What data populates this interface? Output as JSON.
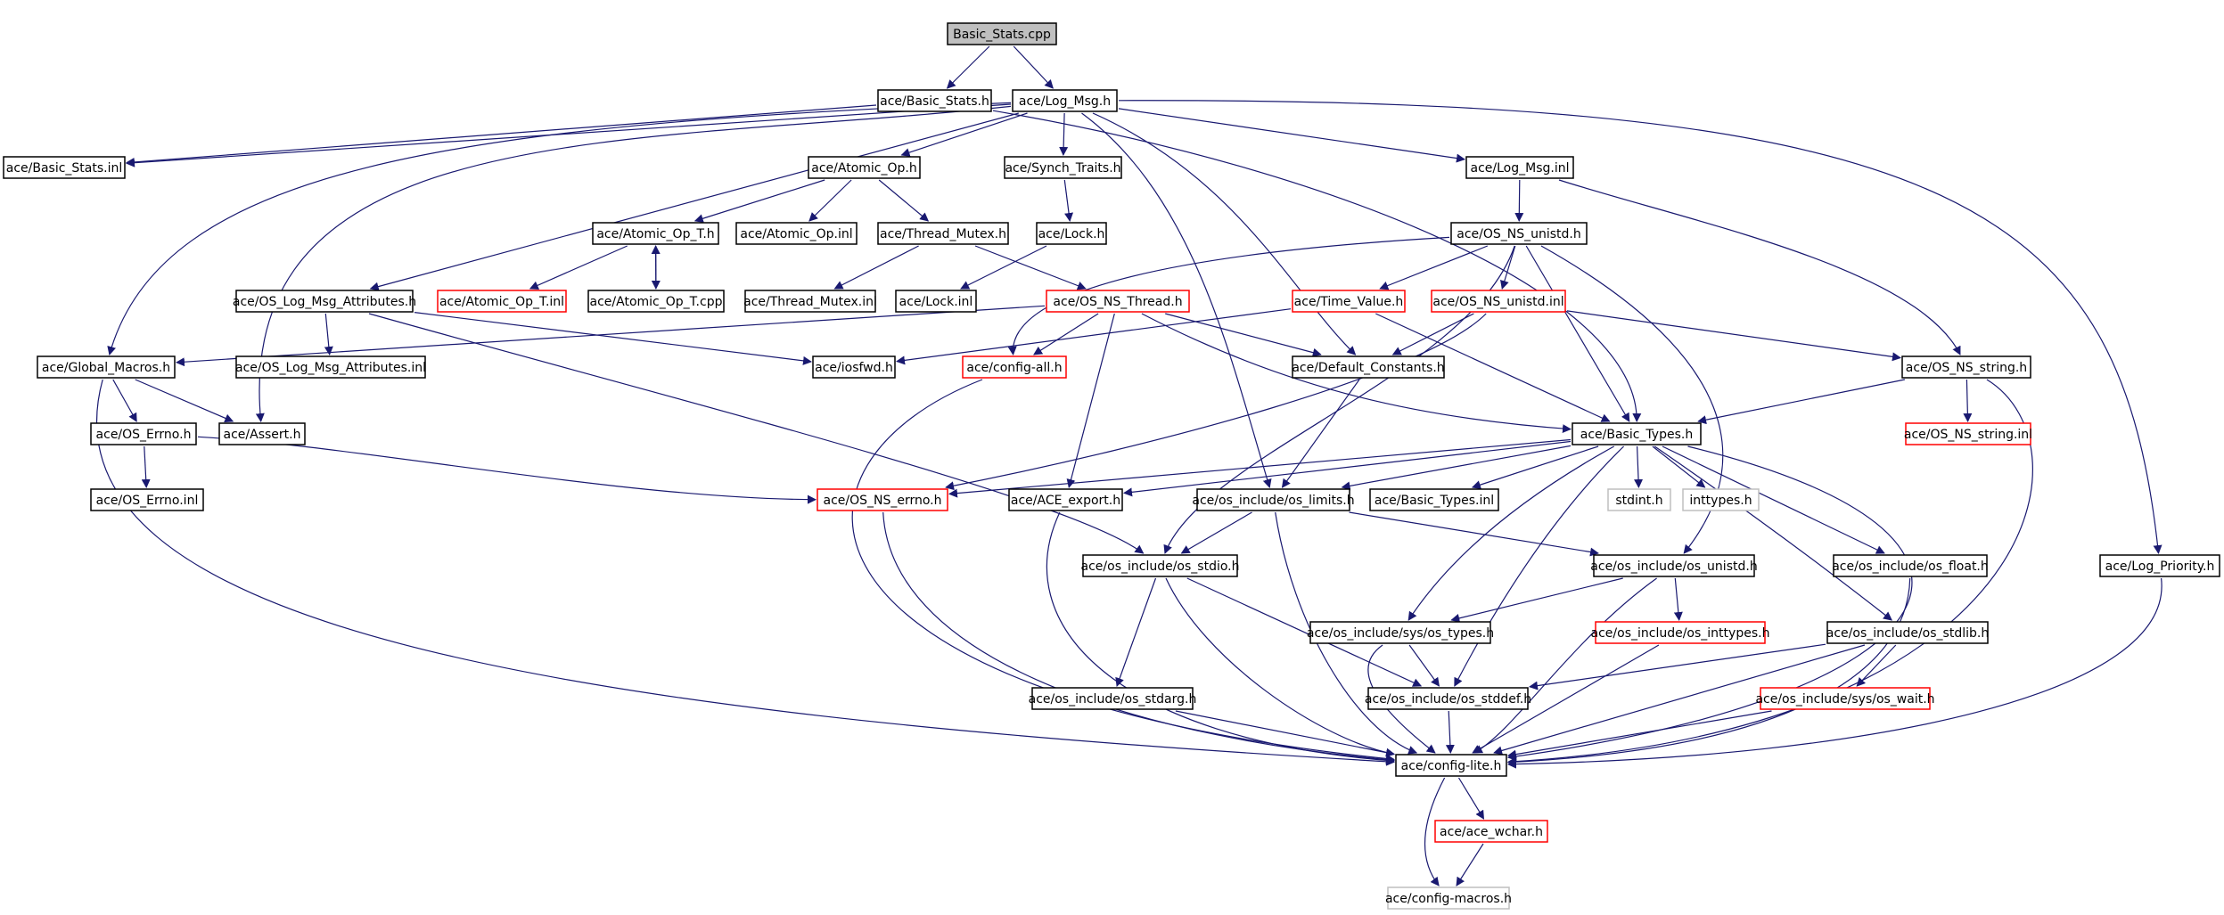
{
  "colors": {
    "edge": "#191970",
    "normal_border": "#000000",
    "missing_border": "#ff0000",
    "system_border": "#bfbfbf",
    "root_fill": "#bfbfbf",
    "system_text": "#808080"
  },
  "nodes": [
    {
      "id": "basic_stats_cpp",
      "label": "Basic_Stats.cpp",
      "kind": "root"
    },
    {
      "id": "basic_stats_h",
      "label": "ace/Basic_Stats.h",
      "kind": "normal"
    },
    {
      "id": "log_msg_h",
      "label": "ace/Log_Msg.h",
      "kind": "normal"
    },
    {
      "id": "basic_stats_inl",
      "label": "ace/Basic_Stats.inl",
      "kind": "normal"
    },
    {
      "id": "atomic_op_h",
      "label": "ace/Atomic_Op.h",
      "kind": "normal"
    },
    {
      "id": "synch_traits_h",
      "label": "ace/Synch_Traits.h",
      "kind": "normal"
    },
    {
      "id": "log_msg_inl",
      "label": "ace/Log_Msg.inl",
      "kind": "normal"
    },
    {
      "id": "atomic_op_t_h",
      "label": "ace/Atomic_Op_T.h",
      "kind": "normal"
    },
    {
      "id": "atomic_op_inl",
      "label": "ace/Atomic_Op.inl",
      "kind": "normal"
    },
    {
      "id": "thread_mutex_h",
      "label": "ace/Thread_Mutex.h",
      "kind": "normal"
    },
    {
      "id": "lock_h",
      "label": "ace/Lock.h",
      "kind": "normal"
    },
    {
      "id": "os_ns_unistd_h",
      "label": "ace/OS_NS_unistd.h",
      "kind": "normal"
    },
    {
      "id": "os_log_msg_attr_h",
      "label": "ace/OS_Log_Msg_Attributes.h",
      "kind": "normal"
    },
    {
      "id": "atomic_op_t_inl",
      "label": "ace/Atomic_Op_T.inl",
      "kind": "missing"
    },
    {
      "id": "atomic_op_t_cpp",
      "label": "ace/Atomic_Op_T.cpp",
      "kind": "normal"
    },
    {
      "id": "thread_mutex_inl",
      "label": "ace/Thread_Mutex.inl",
      "kind": "normal"
    },
    {
      "id": "lock_inl",
      "label": "ace/Lock.inl",
      "kind": "normal"
    },
    {
      "id": "os_ns_thread_h",
      "label": "ace/OS_NS_Thread.h",
      "kind": "missing"
    },
    {
      "id": "time_value_h",
      "label": "ace/Time_Value.h",
      "kind": "missing"
    },
    {
      "id": "os_ns_unistd_inl",
      "label": "ace/OS_NS_unistd.inl",
      "kind": "missing"
    },
    {
      "id": "global_macros_h",
      "label": "ace/Global_Macros.h",
      "kind": "normal"
    },
    {
      "id": "os_log_msg_attr_inl",
      "label": "ace/OS_Log_Msg_Attributes.inl",
      "kind": "normal"
    },
    {
      "id": "iosfwd_h",
      "label": "ace/iosfwd.h",
      "kind": "normal"
    },
    {
      "id": "config_all_h",
      "label": "ace/config-all.h",
      "kind": "missing"
    },
    {
      "id": "default_constants_h",
      "label": "ace/Default_Constants.h",
      "kind": "normal"
    },
    {
      "id": "os_ns_string_h",
      "label": "ace/OS_NS_string.h",
      "kind": "normal"
    },
    {
      "id": "os_errno_h",
      "label": "ace/OS_Errno.h",
      "kind": "normal"
    },
    {
      "id": "assert_h",
      "label": "ace/Assert.h",
      "kind": "normal"
    },
    {
      "id": "basic_types_h",
      "label": "ace/Basic_Types.h",
      "kind": "normal"
    },
    {
      "id": "os_ns_string_inl",
      "label": "ace/OS_NS_string.inl",
      "kind": "missing"
    },
    {
      "id": "os_errno_inl",
      "label": "ace/OS_Errno.inl",
      "kind": "normal"
    },
    {
      "id": "os_ns_errno_h",
      "label": "ace/OS_NS_errno.h",
      "kind": "missing"
    },
    {
      "id": "ace_export_h",
      "label": "ace/ACE_export.h",
      "kind": "normal"
    },
    {
      "id": "os_limits_h",
      "label": "ace/os_include/os_limits.h",
      "kind": "normal"
    },
    {
      "id": "basic_types_inl",
      "label": "ace/Basic_Types.inl",
      "kind": "normal"
    },
    {
      "id": "stdint_h",
      "label": "stdint.h",
      "kind": "system"
    },
    {
      "id": "inttypes_h",
      "label": "inttypes.h",
      "kind": "system"
    },
    {
      "id": "os_stdio_h",
      "label": "ace/os_include/os_stdio.h",
      "kind": "normal"
    },
    {
      "id": "os_unistd_h",
      "label": "ace/os_include/os_unistd.h",
      "kind": "normal"
    },
    {
      "id": "os_float_h",
      "label": "ace/os_include/os_float.h",
      "kind": "normal"
    },
    {
      "id": "log_priority_h",
      "label": "ace/Log_Priority.h",
      "kind": "normal"
    },
    {
      "id": "sys_os_types_h",
      "label": "ace/os_include/sys/os_types.h",
      "kind": "normal"
    },
    {
      "id": "os_inttypes_h",
      "label": "ace/os_include/os_inttypes.h",
      "kind": "missing"
    },
    {
      "id": "os_stdlib_h",
      "label": "ace/os_include/os_stdlib.h",
      "kind": "normal"
    },
    {
      "id": "os_stdarg_h",
      "label": "ace/os_include/os_stdarg.h",
      "kind": "normal"
    },
    {
      "id": "os_stddef_h",
      "label": "ace/os_include/os_stddef.h",
      "kind": "normal"
    },
    {
      "id": "sys_os_wait_h",
      "label": "ace/os_include/sys/os_wait.h",
      "kind": "missing"
    },
    {
      "id": "config_lite_h",
      "label": "ace/config-lite.h",
      "kind": "normal"
    },
    {
      "id": "ace_wchar_h",
      "label": "ace/ace_wchar.h",
      "kind": "missing"
    },
    {
      "id": "config_macros_h",
      "label": "ace/config-macros.h",
      "kind": "system"
    }
  ]
}
